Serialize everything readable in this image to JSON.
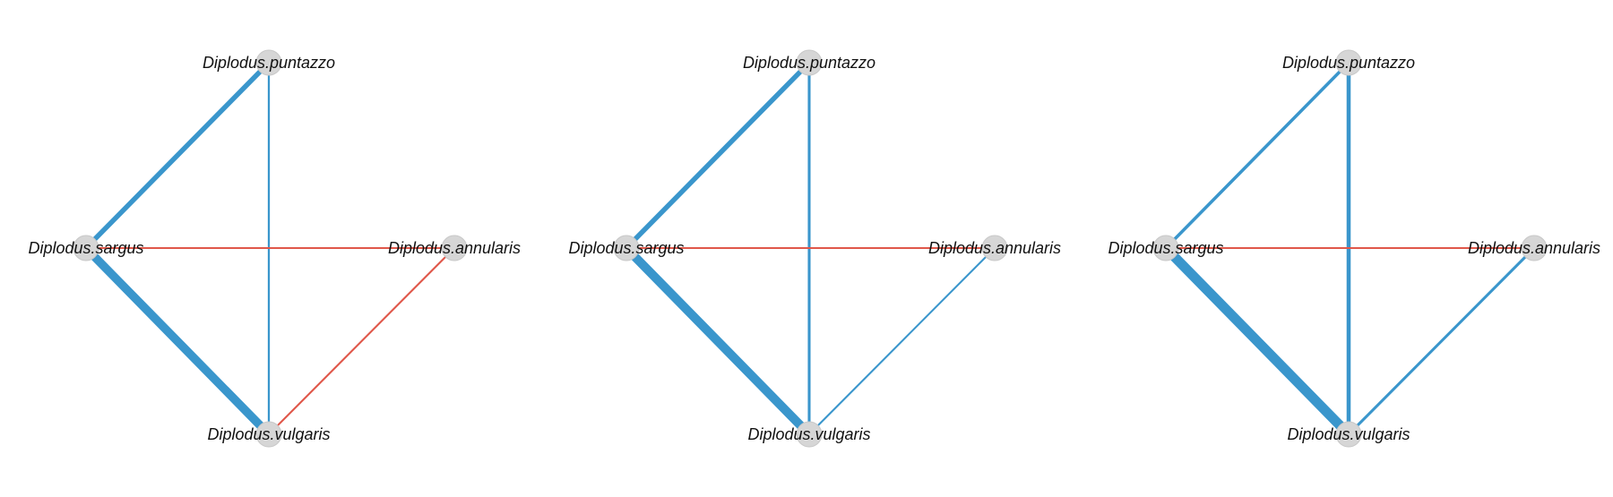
{
  "colors": {
    "positive_edge": "#3a96cc",
    "negative_edge": "#e0574a",
    "node_fill": "#d6d6d6",
    "node_stroke": "#c8c8c8",
    "label": "#111111"
  },
  "nodes": [
    {
      "id": "puntazzo",
      "label": "Diplodus.puntazzo"
    },
    {
      "id": "sargus",
      "label": "Diplodus.sargus"
    },
    {
      "id": "annularis",
      "label": "Diplodus.annularis"
    },
    {
      "id": "vulgaris",
      "label": "Diplodus.vulgaris"
    }
  ],
  "networks": [
    {
      "edges": [
        {
          "from": "sargus",
          "to": "puntazzo",
          "sign": "positive",
          "weight": 0.45
        },
        {
          "from": "sargus",
          "to": "vulgaris",
          "sign": "positive",
          "weight": 0.85
        },
        {
          "from": "puntazzo",
          "to": "vulgaris",
          "sign": "positive",
          "weight": 0.12
        },
        {
          "from": "sargus",
          "to": "annularis",
          "sign": "negative",
          "weight": 0.1
        },
        {
          "from": "annularis",
          "to": "vulgaris",
          "sign": "negative",
          "weight": 0.1
        }
      ]
    },
    {
      "edges": [
        {
          "from": "sargus",
          "to": "puntazzo",
          "sign": "positive",
          "weight": 0.45
        },
        {
          "from": "sargus",
          "to": "vulgaris",
          "sign": "positive",
          "weight": 0.9
        },
        {
          "from": "puntazzo",
          "to": "vulgaris",
          "sign": "positive",
          "weight": 0.2
        },
        {
          "from": "sargus",
          "to": "annularis",
          "sign": "negative",
          "weight": 0.1
        },
        {
          "from": "annularis",
          "to": "vulgaris",
          "sign": "positive",
          "weight": 0.1
        }
      ]
    },
    {
      "edges": [
        {
          "from": "sargus",
          "to": "puntazzo",
          "sign": "positive",
          "weight": 0.25
        },
        {
          "from": "sargus",
          "to": "vulgaris",
          "sign": "positive",
          "weight": 1.0
        },
        {
          "from": "puntazzo",
          "to": "vulgaris",
          "sign": "positive",
          "weight": 0.35
        },
        {
          "from": "sargus",
          "to": "annularis",
          "sign": "negative",
          "weight": 0.1
        },
        {
          "from": "annularis",
          "to": "vulgaris",
          "sign": "positive",
          "weight": 0.2
        }
      ]
    }
  ]
}
